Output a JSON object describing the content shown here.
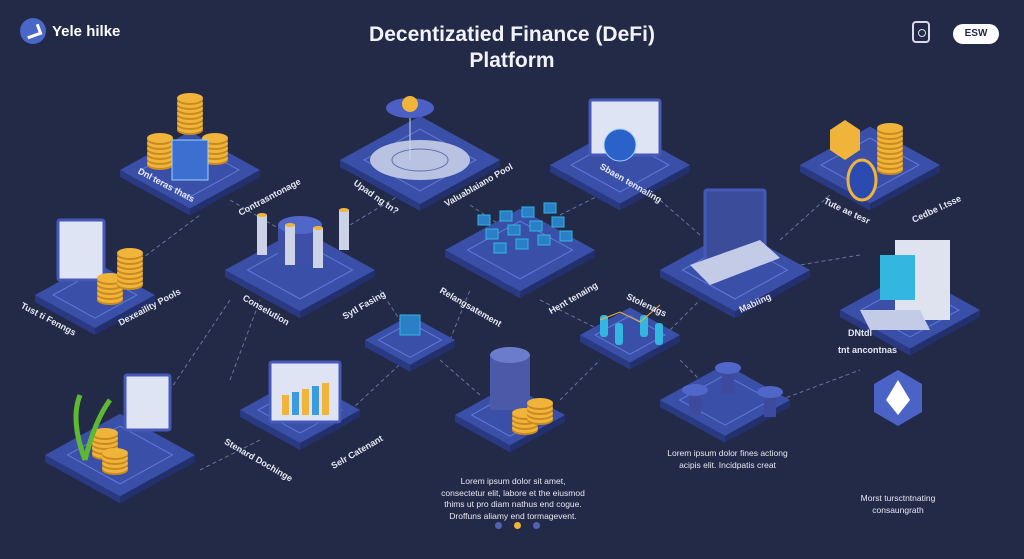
{
  "header": {
    "brand": "Yele hilke",
    "title_line1": "Decentizatied Finance (DeFi)",
    "title_line2": "Platform",
    "camera_icon": "camera-icon",
    "language_button": "ESW"
  },
  "labels": [
    "Dnl teras thats",
    "Contrasntonage",
    "Upad ng tn?",
    "Valuablaiano Pool",
    "Sbaen tennaling",
    "Tute ae tesr",
    "Cedbe l.tsse",
    "Tust ti Fenngs",
    "Dexeaility Pools",
    "Conselution",
    "Sytl Fasing",
    "Relangsatement",
    "Hent tenaing",
    "Stolenags",
    "Mabiing",
    "DNtdl",
    "tnt ancontnas",
    "Stenard Dochinge",
    "Selr Catenant"
  ],
  "descriptions": {
    "center": "Lorem ipsum dolor sit amet, consectetur elit, labore et the eiusmod thims ut pro diam nathus end cogue. Droffuns aliamy end tormagevent.",
    "right": "Lorem ipsum dolor fines actiong acipis elit. Incidpatis creat",
    "far_right": "Morst tursctntnating consaungrath"
  },
  "pagination": {
    "pages": 3,
    "active": 2
  },
  "colors": {
    "background": "#222a47",
    "tile": "#3a4fa8",
    "tile_edge": "#2a3a82",
    "coin": "#f0b43a",
    "accent_cyan": "#33b6e0",
    "active_dot": "#f0b43a"
  }
}
